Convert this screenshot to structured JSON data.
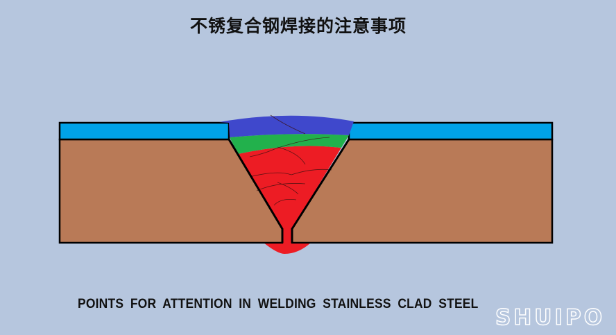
{
  "title": "不锈复合钢焊接的注意事项",
  "caption": "POINTS FOR ATTENTION IN WELDING STAINLESS CLAD STEEL",
  "watermark": "SHUIPO",
  "diagram": {
    "description": "Cross-section of V-groove weld joint between two stainless clad steel plates",
    "layers": [
      {
        "name": "stainless-cladding-layer",
        "color": "#00a2e8"
      },
      {
        "name": "carbon-steel-base-layer",
        "color": "#b97a57"
      },
      {
        "name": "base-metal-weld-passes",
        "color": "#ed1c24"
      },
      {
        "name": "transition-weld-layer",
        "color": "#22b14c"
      },
      {
        "name": "stainless-cover-weld-layer",
        "color": "#3f48cc"
      }
    ],
    "background_color": "#b6c6de"
  }
}
